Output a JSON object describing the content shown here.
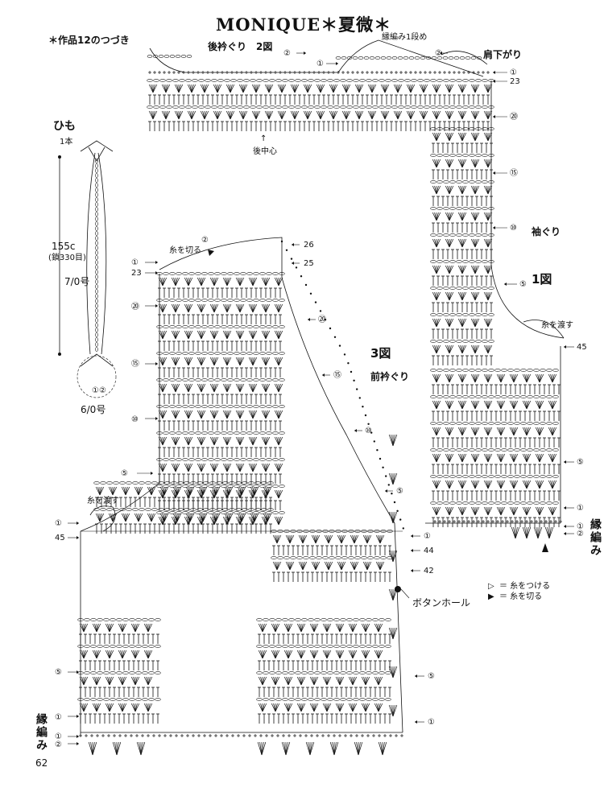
{
  "header": {
    "title": "MONIQUE＊夏微＊",
    "subtitle": "＊作品12のつづき",
    "page_number": "62"
  },
  "figures": {
    "back_neck": "後衿ぐり　2図",
    "back_center": "後中心",
    "shoulder_slope": "肩下がり",
    "edging_row1": "縁編み1段め",
    "armhole": "袖ぐり",
    "fig1": "1図",
    "fig3": "3図",
    "front_neck": "前衿ぐり",
    "buttonhole": "ボタンホール",
    "edging": "縁編み",
    "cut_yarn": "糸を切る",
    "pass_yarn": "糸を渡す"
  },
  "cord": {
    "title": "ひも",
    "count": "1本",
    "length": "155c",
    "chains": "(鎖330目)",
    "hook_main": "7/0号",
    "hook_end": "6/0号"
  },
  "legend": {
    "attach_symbol": "▷",
    "attach": "＝ 糸をつける",
    "cut_symbol": "▶",
    "cut": "＝ 糸を切る"
  },
  "row_markers": {
    "r1": "①",
    "r2": "②",
    "r5": "⑤",
    "r10": "⑩",
    "r15": "⑮",
    "r20": "⑳",
    "r23": "23",
    "r25": "25",
    "r26": "26",
    "r42": "42",
    "r44": "44",
    "r45": "45"
  },
  "colors": {
    "ink": "#111111",
    "background": "#ffffff"
  }
}
